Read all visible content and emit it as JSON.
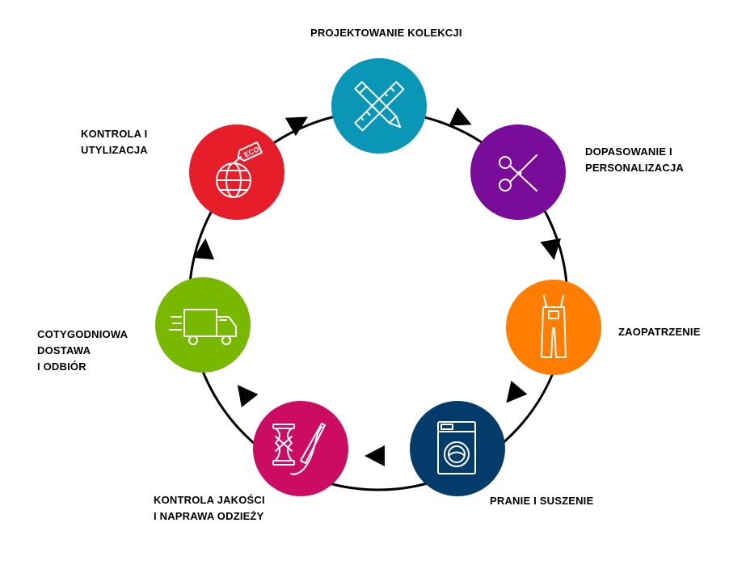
{
  "steps": [
    {
      "label": "PROJEKTOWANIE KOLEKCJI",
      "color": "#0a96b7",
      "icon": "ruler-pencil-icon"
    },
    {
      "label": "DOPASOWANIE I\nPERSONALIZACJA",
      "color": "#7a0c9a",
      "icon": "scissors-icon"
    },
    {
      "label": "ZAOPATRZENIE",
      "color": "#ff7d00",
      "icon": "overalls-icon"
    },
    {
      "label": "PRANIE I SUSZENIE",
      "color": "#033b6b",
      "icon": "washing-machine-icon"
    },
    {
      "label": "KONTROLA JAKOŚCI\nI NAPRAWA ODZIEŻY",
      "color": "#cc0c62",
      "icon": "thread-needle-icon"
    },
    {
      "label": "COTYGODNIOWA\nDOSTAWA\nI ODBIÓR",
      "color": "#78b800",
      "icon": "delivery-truck-icon"
    },
    {
      "label": "KONTROLA I\nUTYLIZACJA",
      "color": "#e61e2a",
      "icon": "eco-globe-icon"
    }
  ],
  "icons": {
    "eco_tag": "ECO"
  }
}
